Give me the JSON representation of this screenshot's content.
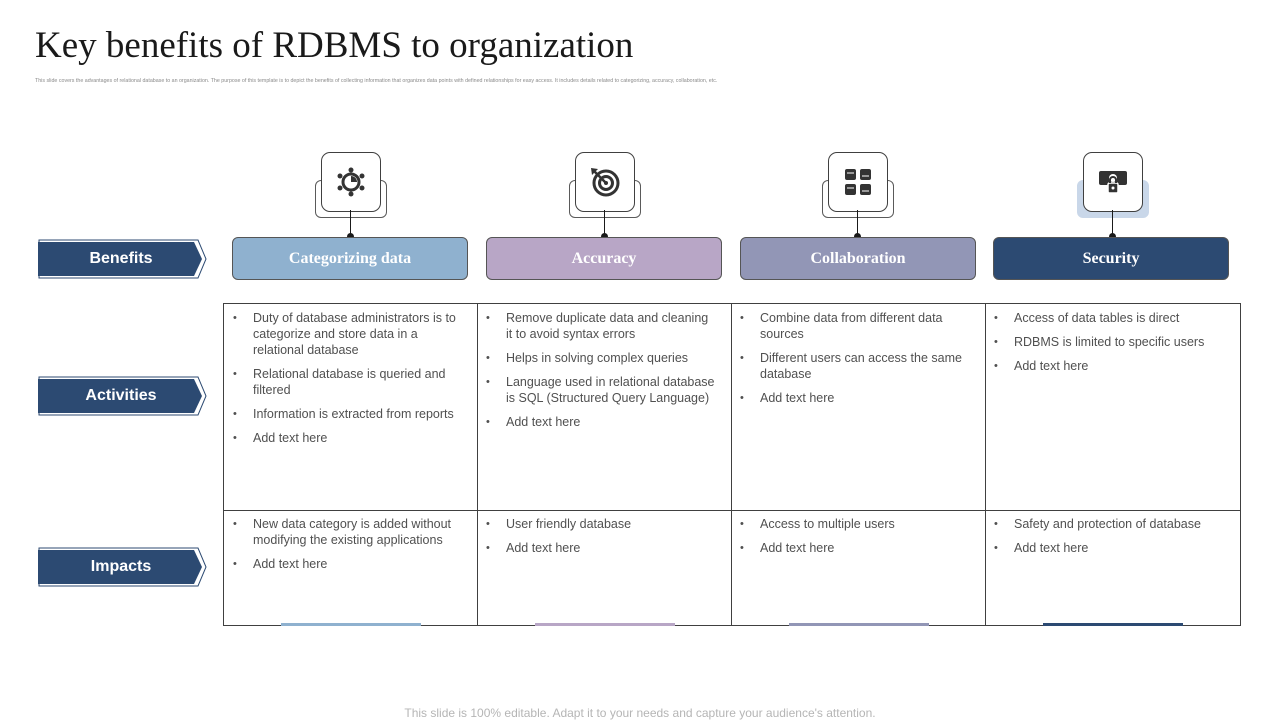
{
  "title": "Key benefits of RDBMS to organization",
  "subtitle": "This slide covers the advantages of relational database to an organization. The purpose of this template is to depict the benefits of collecting information that organizes data points with defined relationships for easy access. It includes details related to categorizing, accuracy, collaboration, etc.",
  "footer": "This slide is 100% editable. Adapt it to your needs and capture your audience's attention.",
  "row_labels": {
    "benefits": "Benefits",
    "activities": "Activities",
    "impacts": "Impacts"
  },
  "columns": [
    {
      "header": "Categorizing data",
      "color": "#8fb1cf",
      "icon": "settings-gear-icon",
      "activities": [
        "Duty of database administrators is to categorize and store data in a relational database",
        "Relational database is queried and filtered",
        "Information  is extracted from reports",
        "Add text here"
      ],
      "impacts": [
        "New data category is added without modifying the existing applications",
        "Add text here"
      ]
    },
    {
      "header": "Accuracy",
      "color": "#b8a6c6",
      "icon": "target-arrow-icon",
      "activities": [
        "Remove duplicate data and cleaning it to avoid syntax errors",
        "Helps in solving complex queries",
        "Language used in relational database is SQL (Structured Query Language)",
        "Add text here"
      ],
      "impacts": [
        "User friendly database",
        "Add text here"
      ]
    },
    {
      "header": "Collaboration",
      "color": "#9296b6",
      "icon": "hands-collaboration-icon",
      "activities": [
        "Combine data from different  data sources",
        "Different  users can access the same database",
        "Add text here"
      ],
      "impacts": [
        "Access to multiple users",
        "Add text here"
      ]
    },
    {
      "header": "Security",
      "color": "#2c4a72",
      "icon": "security-lock-icon",
      "activities": [
        "Access of data tables is direct",
        "RDBMS is limited to specific users",
        "Add text here"
      ],
      "impacts": [
        "Safety and protection of database",
        "Add text here"
      ]
    }
  ]
}
